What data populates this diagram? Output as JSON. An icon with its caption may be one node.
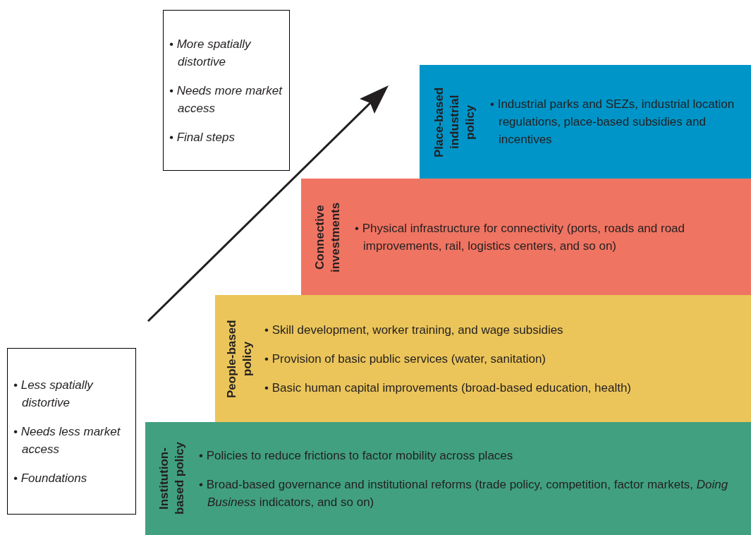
{
  "diagram": {
    "nodes": [
      {
        "text": [
          "• More spatially distortive",
          "• Needs more market access",
          "• Final steps"
        ]
      },
      {
        "text": [
          "Place-based industrial policy",
          "• Industrial parks and SEZs, industrial location regulations, place-based subsidies and incentives"
        ]
      },
      {
        "text": [
          "Connective investments",
          "• Physical infrastructure for connectivity (ports, roads and road improvements, rail, logistics centers, and so on)"
        ]
      },
      {
        "text": [
          "People-based policy",
          "• Skill development, worker training, and wage subsidies",
          "• Provision of basic public services (water, sanitation)",
          "• Basic human capital improvements (broad-based education, health)"
        ]
      },
      {
        "text": [
          "• Less spatially distortive",
          "• Needs less market access",
          "• Foundations"
        ]
      },
      {
        "text": [
          "Institution-based policy",
          "• Policies to reduce frictions to factor mobility across places",
          "• Broad-based governance and institutional reforms (trade policy, competition, factor markets, *Doing Business* indicators, and so on)"
        ]
      }
    ]
  }
}
